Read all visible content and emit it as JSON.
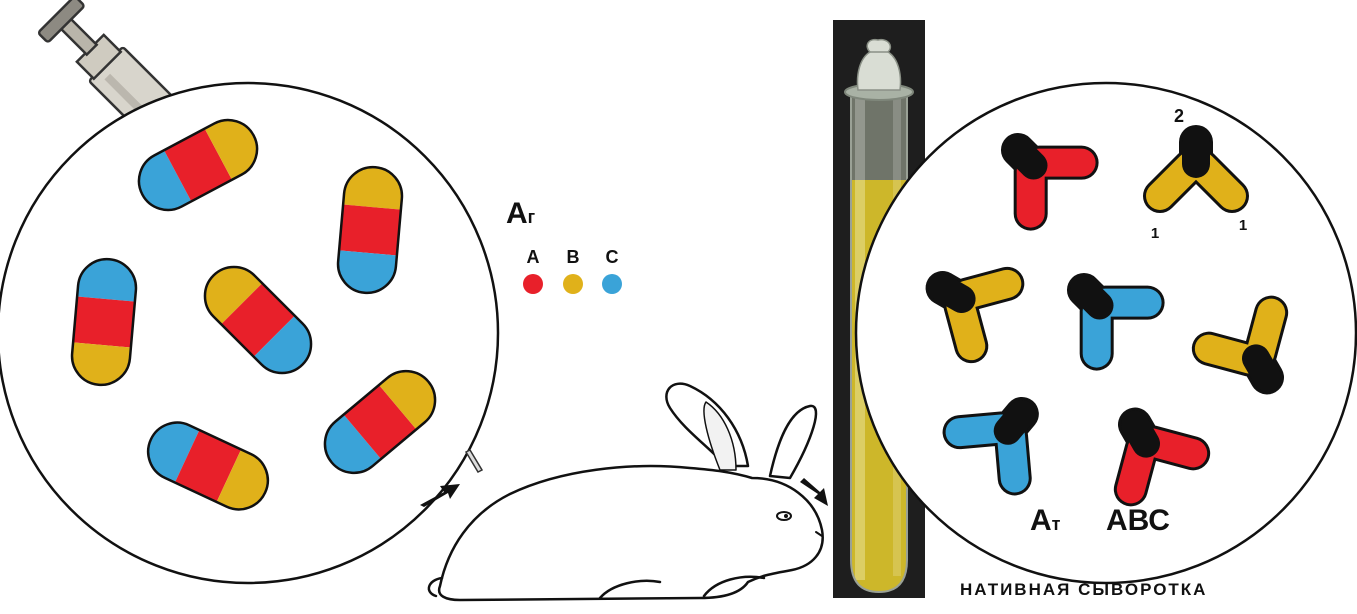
{
  "antigen": {
    "label_main": "А",
    "label_sub": "г",
    "legend": [
      {
        "letter": "А",
        "color": "#e8202a"
      },
      {
        "letter": "В",
        "color": "#e0b11a"
      },
      {
        "letter": "С",
        "color": "#3aa3d8"
      }
    ]
  },
  "antibody": {
    "label_main": "А",
    "label_sub": "т",
    "specificity": "АВС",
    "site_top": "2",
    "site_left": "1",
    "site_right": "1"
  },
  "caption": "НАТИВНАЯ СЫВОРОТКА",
  "colors": {
    "red": "#e8202a",
    "yellow": "#e0b11a",
    "blue": "#3aa3d8",
    "black": "#111111",
    "serum": "#cdb72a",
    "tube_frame": "#1e1e1e"
  },
  "icons": [
    "syringe-icon",
    "rabbit-icon",
    "test-tube-icon",
    "arrow-icon"
  ]
}
